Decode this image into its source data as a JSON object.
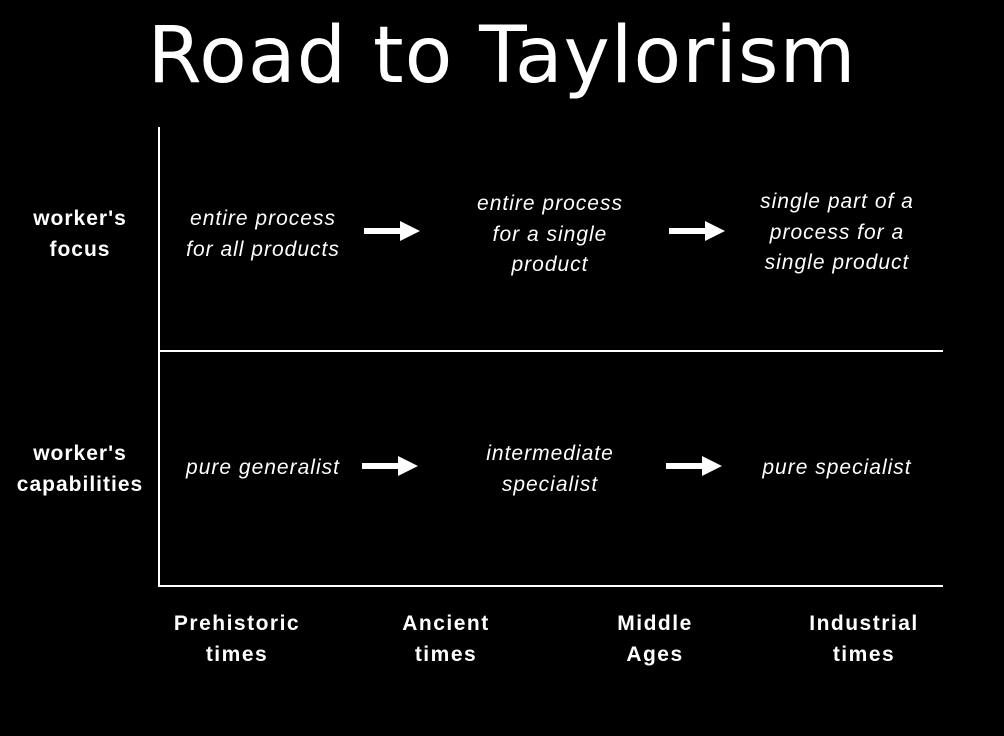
{
  "title": "Road to Taylorism",
  "rows": [
    {
      "label": "worker's\nfocus",
      "cells": [
        "entire process\nfor all products",
        "entire process\nfor a single\nproduct",
        "single part of a\nprocess for a\nsingle product"
      ]
    },
    {
      "label": "worker's\ncapabilities",
      "cells": [
        "pure generalist",
        "intermediate\nspecialist",
        "pure specialist"
      ]
    }
  ],
  "periods": [
    "Prehistoric\ntimes",
    "Ancient\ntimes",
    "Middle\nAges",
    "Industrial\ntimes"
  ],
  "arrow_icon": "right-arrow-icon",
  "colors": {
    "background": "#000000",
    "foreground": "#ffffff"
  }
}
